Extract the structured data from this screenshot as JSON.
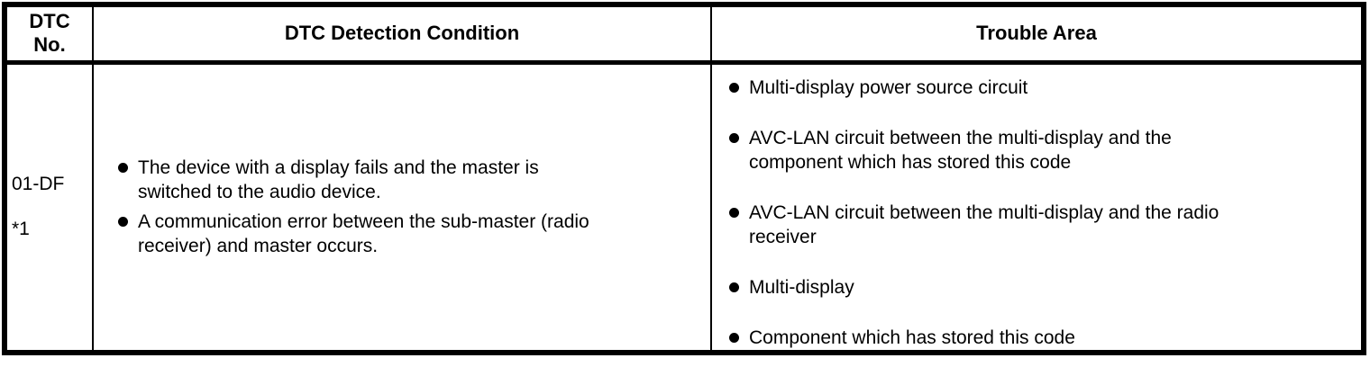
{
  "table": {
    "headers": {
      "dtc_no": "DTC\nNo.",
      "detection_condition": "DTC Detection Condition",
      "trouble_area": "Trouble Area"
    },
    "row": {
      "dtc_no": "01-DF",
      "dtc_note": "*1",
      "detection_conditions": [
        "The device with a display fails and the master is\nswitched to the audio device.",
        "A communication error between the sub-master (radio\nreceiver) and master occurs."
      ],
      "trouble_areas": [
        "Multi-display power source circuit",
        "AVC-LAN circuit between the multi-display and the\ncomponent which has stored this code",
        "AVC-LAN circuit between the multi-display and the radio\nreceiver",
        "Multi-display",
        "Component which has stored this code"
      ]
    }
  },
  "colors": {
    "border": "#000000",
    "text": "#000000",
    "background": "#ffffff"
  }
}
